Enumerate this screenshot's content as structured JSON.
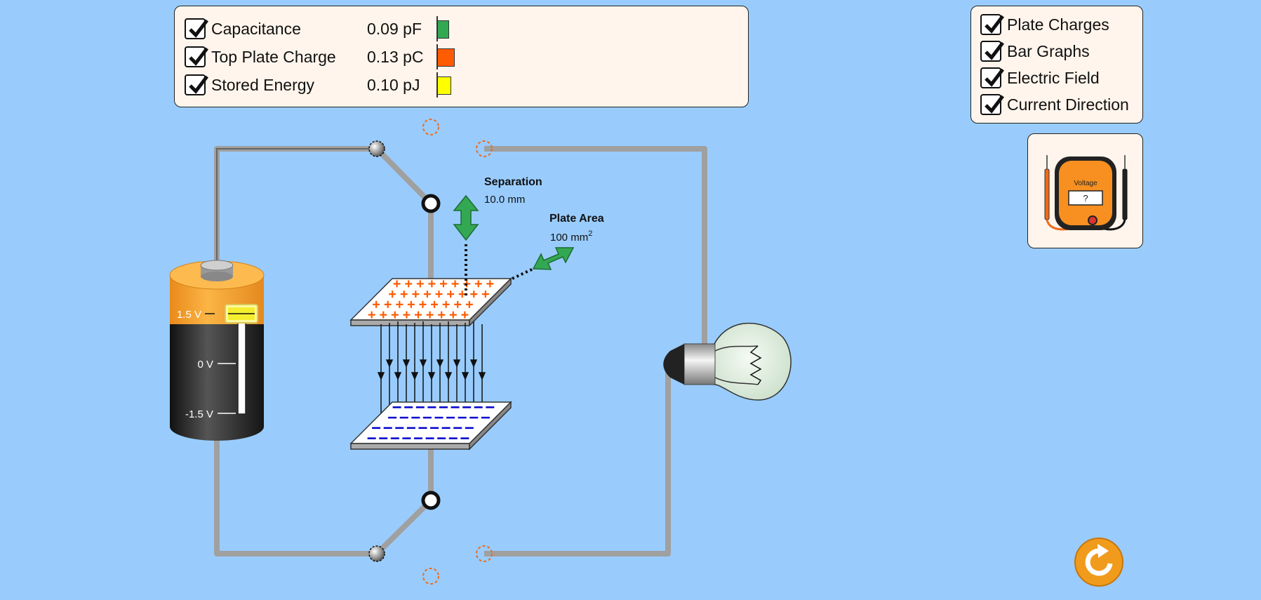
{
  "meters": [
    {
      "name": "capacitance",
      "label": "Capacitance",
      "value": "0.09 pF",
      "checked": true,
      "color": "#33a853",
      "level": 0.3
    },
    {
      "name": "top-plate-charge",
      "label": "Top Plate Charge",
      "value": "0.13 pC",
      "checked": true,
      "color": "#ff5b00",
      "level": 0.55
    },
    {
      "name": "stored-energy",
      "label": "Stored Energy",
      "value": "0.10 pJ",
      "checked": true,
      "color": "#ffff00",
      "level": 0.4
    }
  ],
  "visibility": [
    {
      "name": "plate-charges",
      "label": "Plate Charges",
      "checked": true
    },
    {
      "name": "bar-graphs",
      "label": "Bar Graphs",
      "checked": true
    },
    {
      "name": "electric-field",
      "label": "Electric Field",
      "checked": true
    },
    {
      "name": "current-direction",
      "label": "Current Direction",
      "checked": true
    }
  ],
  "battery": {
    "labels": [
      "1.5 V",
      "0 V",
      "-1.5 V"
    ],
    "slider_value": 1.5
  },
  "separation": {
    "title": "Separation",
    "value": "10.0 mm"
  },
  "plate_area": {
    "title": "Plate Area",
    "value": "100 mm",
    "superscript": "2"
  },
  "voltmeter": {
    "title": "Voltage",
    "readout": "?"
  },
  "colors": {
    "background": "#99ccfd",
    "panel": "#fff5ec",
    "wire": "#a0a0a0",
    "battery_top": "#f9a53a",
    "positive_charge": "#ff5b00",
    "negative_charge": "#0000cc",
    "arrow": "#33a853",
    "reset": "#f19b1c"
  }
}
